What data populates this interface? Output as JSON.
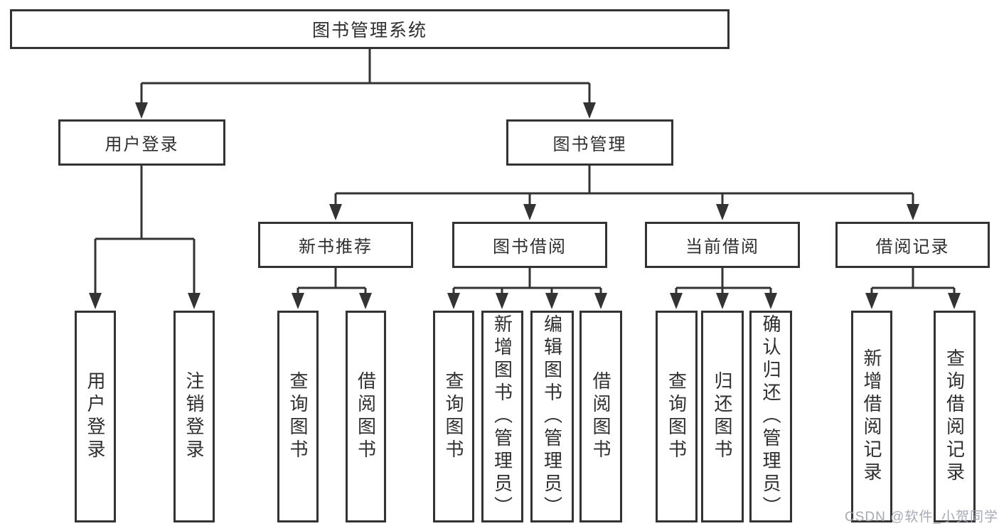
{
  "diagram": {
    "type": "hierarchy-diagram",
    "title": "图书管理系统",
    "level2": [
      {
        "label": "用户登录",
        "parent": "图书管理系统"
      },
      {
        "label": "图书管理",
        "parent": "图书管理系统"
      }
    ],
    "level3": [
      {
        "label": "新书推荐",
        "parent": "图书管理"
      },
      {
        "label": "图书借阅",
        "parent": "图书管理"
      },
      {
        "label": "当前借阅",
        "parent": "图书管理"
      },
      {
        "label": "借阅记录",
        "parent": "图书管理"
      }
    ],
    "leaves": [
      {
        "label": "用户登录",
        "parent": "用户登录"
      },
      {
        "label": "注销登录",
        "parent": "用户登录"
      },
      {
        "label": "查询图书",
        "parent": "新书推荐"
      },
      {
        "label": "借阅图书",
        "parent": "新书推荐"
      },
      {
        "label": "查询图书",
        "parent": "图书借阅"
      },
      {
        "label": "新增图书（管理员）",
        "parent": "图书借阅"
      },
      {
        "label": "编辑图书（管理员）",
        "parent": "图书借阅"
      },
      {
        "label": "借阅图书",
        "parent": "图书借阅"
      },
      {
        "label": "查询图书",
        "parent": "当前借阅"
      },
      {
        "label": "归还图书",
        "parent": "当前借阅"
      },
      {
        "label": "确认归还（管理员）",
        "parent": "当前借阅"
      },
      {
        "label": "新增借阅记录",
        "parent": "借阅记录"
      },
      {
        "label": "查询借阅记录",
        "parent": "借阅记录"
      }
    ]
  },
  "watermark": "CSDN @软件_小贺同学",
  "colors": {
    "line": "#333333",
    "box_border": "#333333",
    "text": "#2f2f2f",
    "watermark": "#9ea2ac",
    "background": "#ffffff"
  }
}
